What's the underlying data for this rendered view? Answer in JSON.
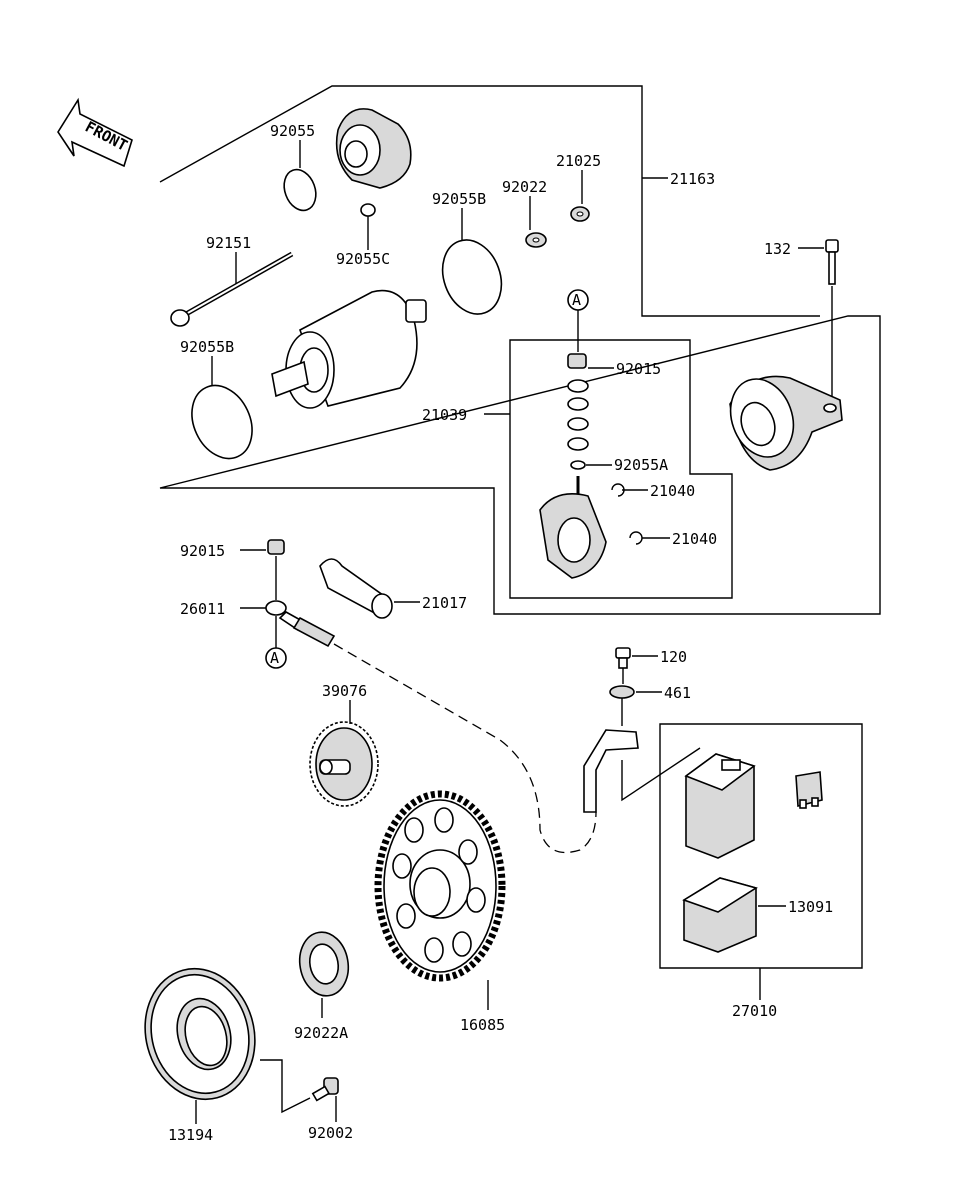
{
  "front_label": "FRONT",
  "ref_marker": "A",
  "labels": {
    "l92055": "92055",
    "l92055c": "92055C",
    "l92055b_top": "92055B",
    "l92022": "92022",
    "l21025": "21025",
    "l21163": "21163",
    "l92151": "92151",
    "l132": "132",
    "l92055b_left": "92055B",
    "l92015_top": "92015",
    "l21039": "21039",
    "l92055a": "92055A",
    "l21040_a": "21040",
    "l21040_b": "21040",
    "l92015_left": "92015",
    "l26011": "26011",
    "l21017": "21017",
    "l120": "120",
    "l461": "461",
    "l39076": "39076",
    "l13091": "13091",
    "l27010": "27010",
    "l92022a": "92022A",
    "l16085": "16085",
    "l13194": "13194",
    "l92002": "92002"
  }
}
